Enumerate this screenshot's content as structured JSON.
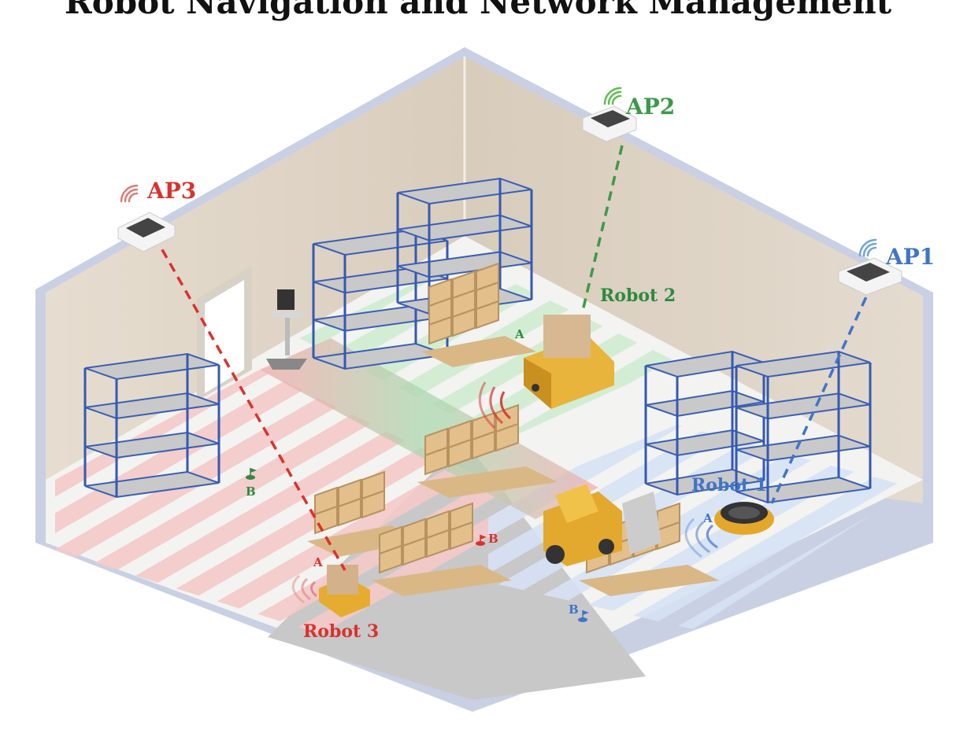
{
  "title": "Robot Navigation and Network Management",
  "colors": {
    "ap1": "#3f74c9",
    "ap2": "#3c9a47",
    "ap3": "#d9322c",
    "robot2_label": "#2f8a3e",
    "floor": "#f2f2f0",
    "wall": "#e3d9cc",
    "wall_edge": "#c9d0e4"
  },
  "access_points": [
    {
      "id": "ap1",
      "label": "AP1",
      "icon": "wifi-icon"
    },
    {
      "id": "ap2",
      "label": "AP2",
      "icon": "wifi-icon"
    },
    {
      "id": "ap3",
      "label": "AP3",
      "icon": "wifi-icon"
    }
  ],
  "robots": [
    {
      "id": "robot1",
      "label": "Robot 1",
      "start": "A",
      "goal": "B"
    },
    {
      "id": "robot2",
      "label": "Robot 2",
      "start": "A",
      "goal": "B"
    },
    {
      "id": "robot3",
      "label": "Robot 3",
      "start": "A",
      "goal": "B"
    }
  ]
}
